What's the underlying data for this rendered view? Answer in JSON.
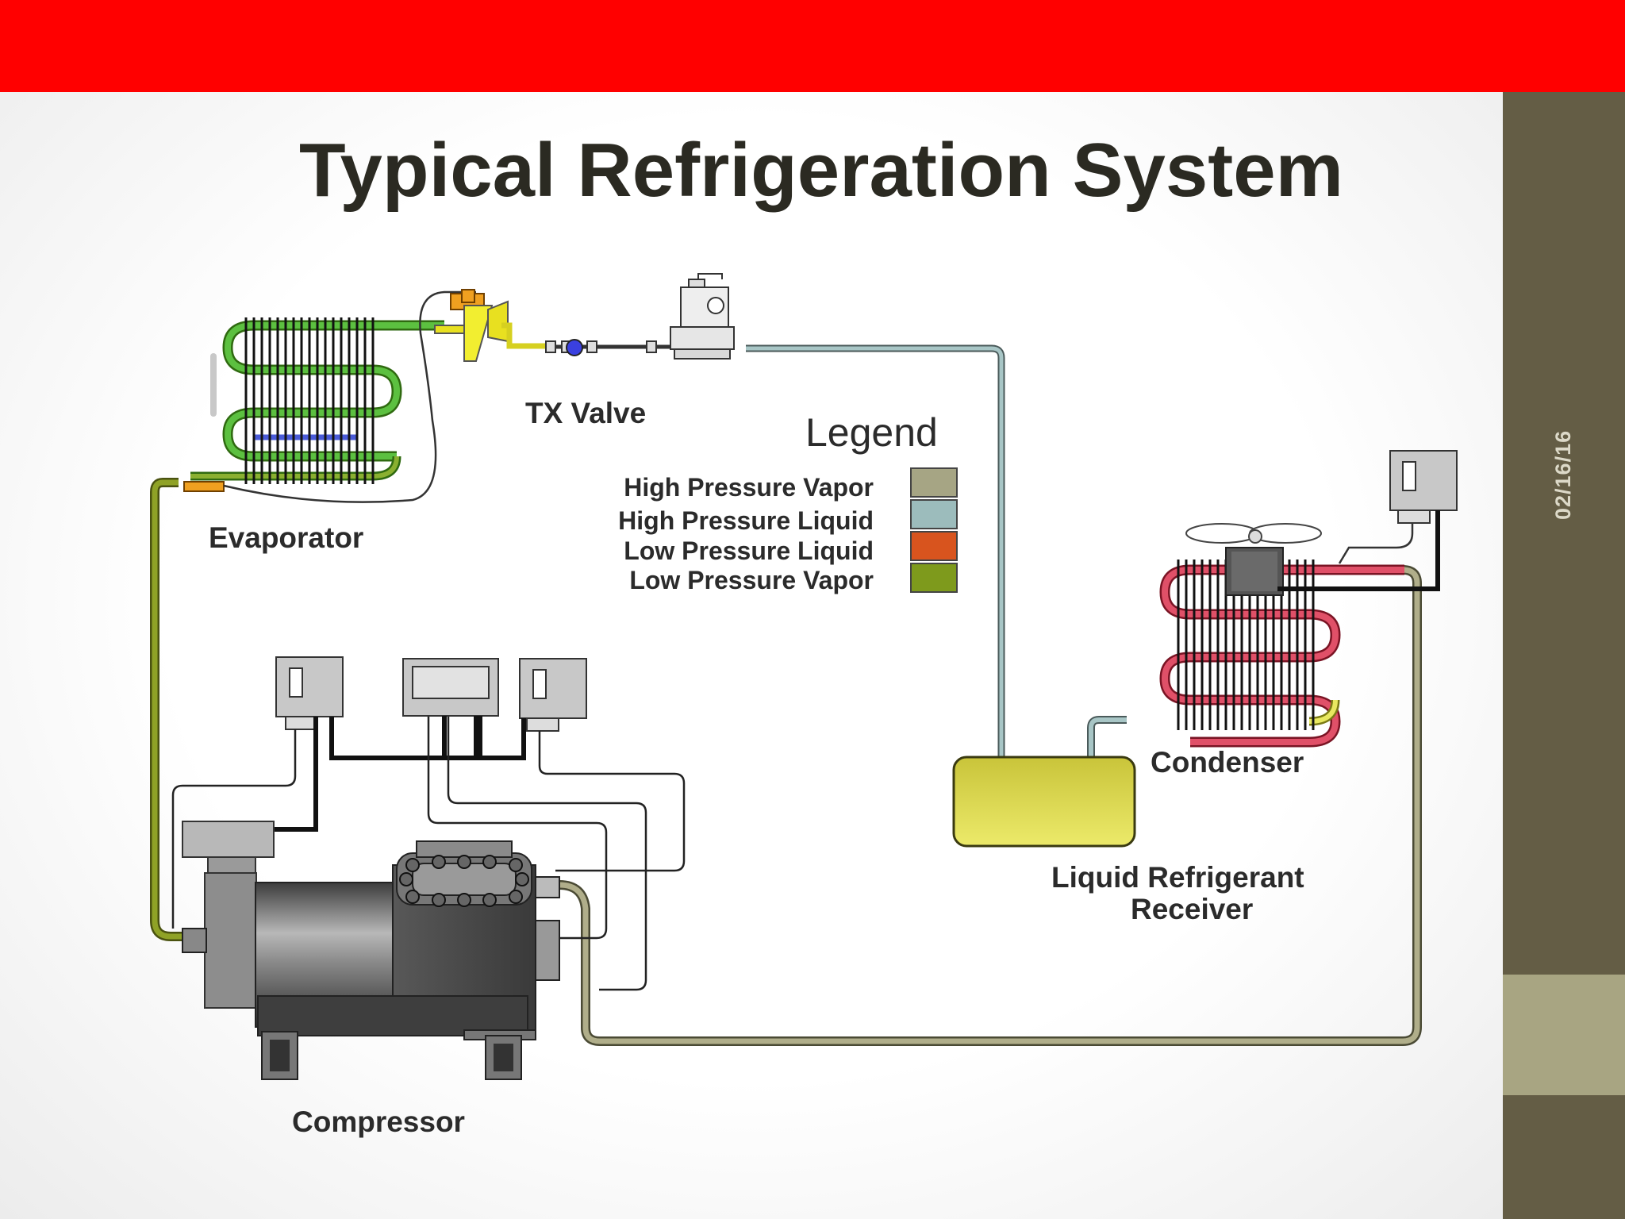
{
  "slide": {
    "title": "Typical Refrigeration System",
    "date": "02/16/16"
  },
  "labels": {
    "tx_valve": "TX  Valve",
    "evaporator": "Evaporator",
    "condenser": "Condenser",
    "receiver_line1": "Liquid  Refrigerant",
    "receiver_line2": "Receiver",
    "compressor": "Compressor"
  },
  "legend": {
    "title": "Legend",
    "items": [
      {
        "label": "High Pressure Vapor",
        "color": "#a6a584"
      },
      {
        "label": "High Pressure Liquid",
        "color": "#9cbcbc"
      },
      {
        "label": "Low Pressure Liquid",
        "color": "#d8541e"
      },
      {
        "label": "Low Pressure Vapor",
        "color": "#7e9a1c"
      }
    ]
  },
  "colors": {
    "header_bar": "#ff0000",
    "side_bar": "#645d45",
    "side_accent": "#a8a582"
  }
}
